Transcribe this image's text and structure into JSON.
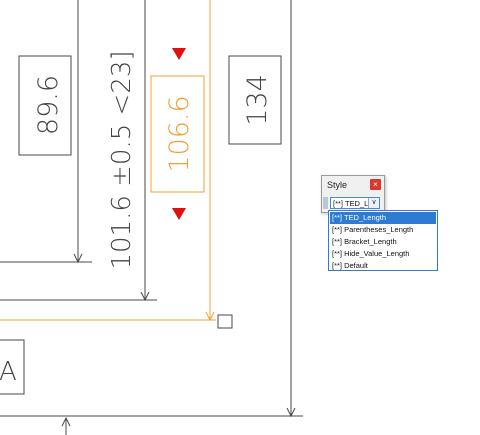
{
  "drawing": {
    "dimensions": {
      "boxed_89_6": "89.6",
      "tolerance_dim": "101.6 ±0.5 <23]",
      "highlighted_106_6": "106.6",
      "boxed_134": "134",
      "datum_label": "A"
    },
    "colors": {
      "line": "#4a4a4a",
      "highlight": "#f0a030",
      "arrow_red": "#dd1111"
    }
  },
  "style_palette": {
    "title": "Style",
    "close_glyph": "×",
    "combo_value": "[**] TED_Len",
    "combo_arrow": "∨"
  },
  "dropdown": {
    "items": [
      {
        "label": "[**] TED_Length",
        "selected": true
      },
      {
        "label": "[**] Parentheses_Length",
        "selected": false
      },
      {
        "label": "[**] Bracket_Length",
        "selected": false
      },
      {
        "label": "[**] Hide_Value_Length",
        "selected": false
      },
      {
        "label": "[**] Default",
        "selected": false
      }
    ]
  }
}
